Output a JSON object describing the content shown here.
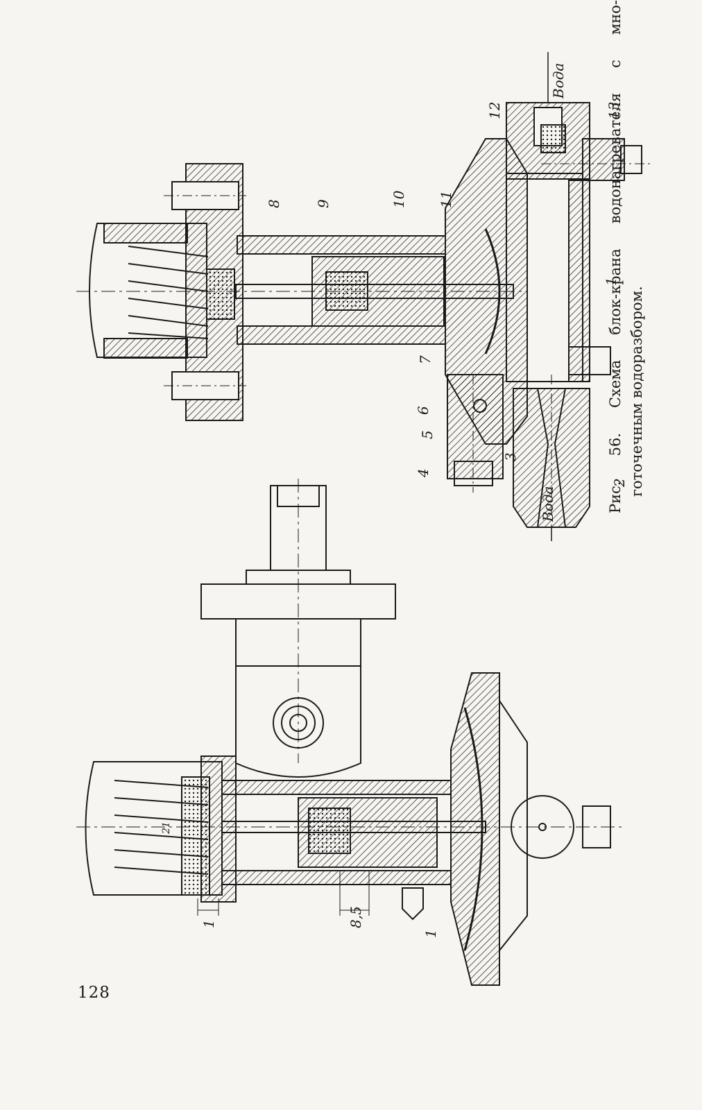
{
  "page": {
    "number": "128"
  },
  "caption": {
    "line1": "Рис. 56. Схема блок-крана водонагревателя с мно-",
    "line2": "готочечным водоразбором."
  },
  "labels": {
    "parts": [
      "1",
      "2",
      "3",
      "4",
      "5",
      "6",
      "7",
      "8",
      "9",
      "10",
      "11",
      "12",
      "13"
    ],
    "water_top": "Вода",
    "water_bottom": "Вода",
    "left_mark": "1",
    "dim_1": "1",
    "dim_2": "8,5",
    "dim_3": "21"
  },
  "colors": {
    "ink": "#1a1a1a",
    "paper": "#f6f5f1"
  }
}
